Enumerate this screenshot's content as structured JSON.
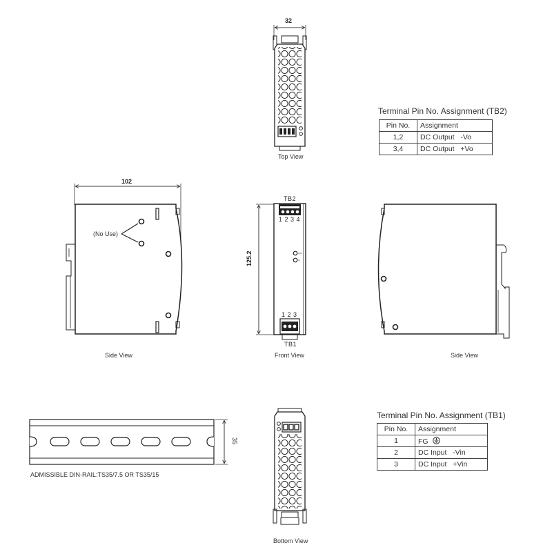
{
  "drawing": {
    "top_view": {
      "label": "Top View",
      "width_dim": "32"
    },
    "front_view": {
      "label": "Front View",
      "height_dim": "125.2",
      "tb2_label": "TB2",
      "tb2_pins": "1 2 3 4",
      "tb1_label": "TB1",
      "tb1_pins": "1 2 3"
    },
    "side_view_left": {
      "label": "Side View",
      "depth_dim": "102",
      "callout": "(No Use)"
    },
    "side_view_right": {
      "label": "Side View"
    },
    "bottom_view": {
      "label": "Bottom View"
    },
    "din_rail": {
      "height_dim": "35",
      "note": "ADMISSIBLE DIN-RAIL:TS35/7.5 OR TS35/15"
    }
  },
  "tb2_table": {
    "title": "Terminal Pin No.  Assignment (TB2)",
    "headers": [
      "Pin No.",
      "Assignment"
    ],
    "rows": [
      {
        "pin": "1,2",
        "assignment": "DC Output   -Vo"
      },
      {
        "pin": "3,4",
        "assignment": "DC Output   +Vo"
      }
    ]
  },
  "tb1_table": {
    "title": "Terminal Pin No.  Assignment (TB1)",
    "headers": [
      "Pin No.",
      "Assignment"
    ],
    "rows": [
      {
        "pin": "1",
        "assignment": "FG",
        "icon": "ground-icon"
      },
      {
        "pin": "2",
        "assignment": "DC Input   -Vin"
      },
      {
        "pin": "3",
        "assignment": "DC Input   +Vin"
      }
    ]
  }
}
